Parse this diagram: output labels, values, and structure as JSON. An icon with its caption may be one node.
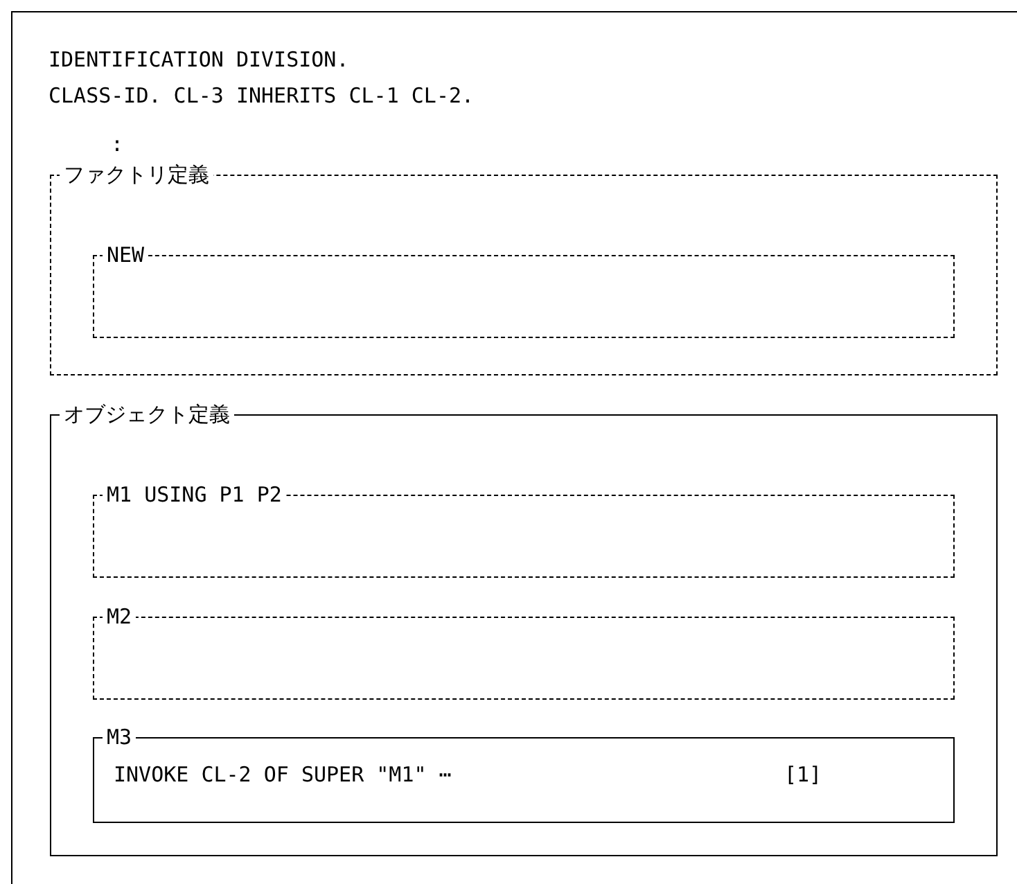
{
  "diagram": {
    "nodes": [
      {
        "text": [
          "IDENTIFICATION DIVISION.",
          "CLASS-ID. CL-3 INHERITS CL-1 CL-2."
        ]
      },
      {
        "text": [
          "ファクトリ定義"
        ],
        "in": 0
      },
      {
        "text": [
          "NEW"
        ],
        "in": 1
      },
      {
        "text": [
          "オブジェクト定義"
        ],
        "in": 0
      },
      {
        "text": [
          "M1 USING P1 P2"
        ],
        "in": 3
      },
      {
        "text": [
          "M2"
        ],
        "in": 3
      },
      {
        "text": [
          "M3",
          "INVOKE CL-2 OF SUPER \"M1\" ⋯",
          "[1]"
        ],
        "in": 3
      }
    ],
    "labels": [
      ":"
    ]
  }
}
